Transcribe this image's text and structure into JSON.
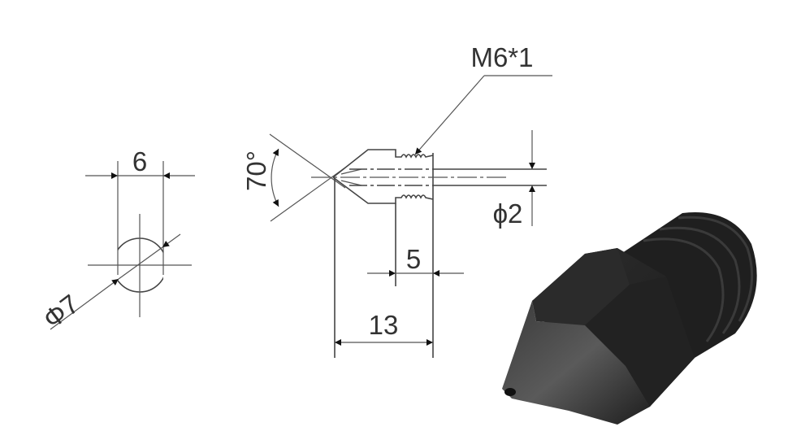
{
  "front_view": {
    "width_label": "6",
    "diameter_label": "Φ7"
  },
  "side_view": {
    "thread_label": "M6*1",
    "angle_label": "70°",
    "bore_label": "ϕ2",
    "thread_length_label": "5",
    "total_length_label": "13"
  },
  "photo": {
    "subject": "nozzle-photo",
    "color": "#2a2a2a"
  }
}
